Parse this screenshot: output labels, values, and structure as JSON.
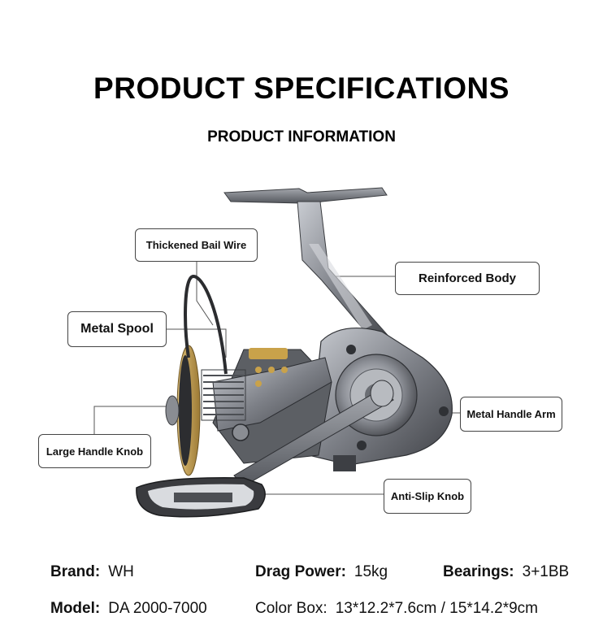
{
  "header": {
    "title": "PRODUCT SPECIFICATIONS",
    "subtitle": "PRODUCT INFORMATION"
  },
  "callouts": {
    "bail_wire": "Thickened Bail Wire",
    "body": "Reinforced Body",
    "spool": "Metal Spool",
    "handle_arm": "Metal Handle Arm",
    "handle_knob": "Large Handle Knob",
    "anti_slip": "Anti-Slip Knob"
  },
  "specs": {
    "brand": {
      "label": "Brand:",
      "value": "WH"
    },
    "drag": {
      "label": "Drag Power:",
      "value": "15kg"
    },
    "bearings": {
      "label": "Bearings:",
      "value": "3+1BB"
    },
    "model": {
      "label": "Model:",
      "value": "DA 2000-7000"
    },
    "colorbox": {
      "label": "Color Box:",
      "value": "13*12.2*7.6cm / 15*14.2*9cm"
    }
  },
  "colors": {
    "accent_gold": "#c9a24a",
    "reel_metal": "#8a8d93",
    "reel_dark": "#3d3f44"
  }
}
